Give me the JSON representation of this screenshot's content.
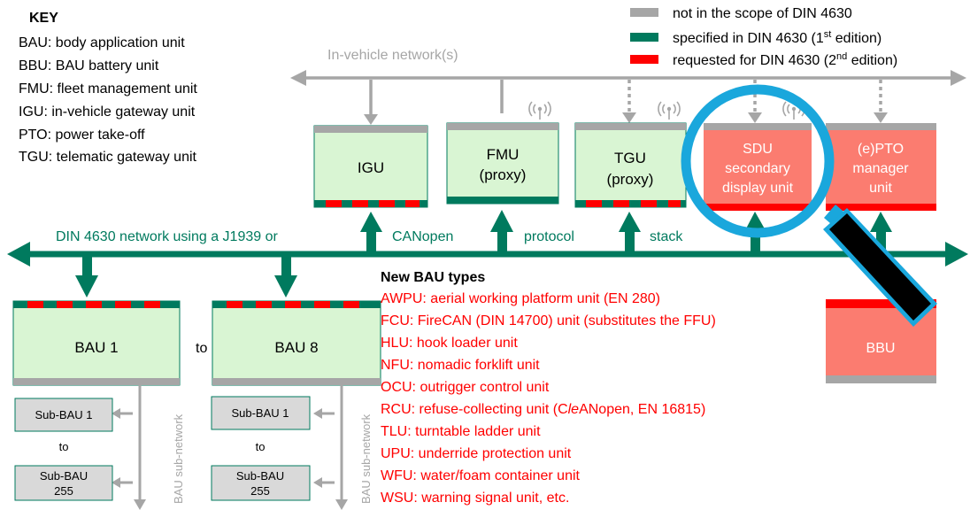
{
  "colors": {
    "gray": "#a6a6a6",
    "green": "#007a5e",
    "red": "#ff0000",
    "box_green": "#d9f5d3",
    "box_red": "#fb7c70",
    "lens_blue": "#1aa7dc"
  },
  "key": {
    "title": "KEY",
    "lines": [
      "BAU: body application unit",
      "BBU: BAU battery unit",
      "FMU: fleet management unit",
      "IGU: in-vehicle gateway unit",
      "PTO: power take-off",
      "TGU: telematic gateway unit"
    ]
  },
  "legend": {
    "items": [
      {
        "text": "not in the scope of DIN 4630",
        "sup": "",
        "tail": "",
        "color": "#a6a6a6"
      },
      {
        "text": "specified in DIN 4630 (1",
        "sup": "st",
        "tail": " edition)",
        "color": "#007a5e"
      },
      {
        "text": "requested for DIN 4630 (2",
        "sup": "nd",
        "tail": " edition)",
        "color": "#ff0000"
      }
    ]
  },
  "in_vehicle_network": "In-vehicle network(s)",
  "bus_labels": [
    "DIN 4630 network using a J1939 or",
    "CANopen",
    "protocol",
    "stack"
  ],
  "units": {
    "igu": "IGU",
    "fmu": [
      "FMU",
      "(proxy)"
    ],
    "tgu": [
      "TGU",
      "(proxy)"
    ],
    "sdu": [
      "SDU",
      "secondary",
      "display unit"
    ],
    "pto": [
      "(e)PTO",
      "manager",
      "unit"
    ],
    "bau1": "BAU 1",
    "bau8": "BAU 8",
    "to": "to",
    "bbu": "BBU"
  },
  "sub_bau": {
    "first": "Sub-BAU 1",
    "to": "to",
    "last": [
      "Sub-BAU",
      "255"
    ],
    "network_label": "BAU sub-network"
  },
  "new_bau_types": {
    "title": "New BAU types",
    "items": [
      {
        "text": "AWPU: aerial working platform unit (EN 280)",
        "pre": "",
        "italic": "",
        "post": ""
      },
      {
        "text": "FCU: FireCAN (DIN 14700) unit (substitutes the FFU)",
        "pre": "",
        "italic": "",
        "post": ""
      },
      {
        "text": "HLU: hook loader unit",
        "pre": "",
        "italic": "",
        "post": ""
      },
      {
        "text": "NFU: nomadic forklift unit",
        "pre": "",
        "italic": "",
        "post": ""
      },
      {
        "text": "OCU: outrigger control unit",
        "pre": "",
        "italic": "",
        "post": ""
      },
      {
        "text": "",
        "pre": "RCU: refuse-collecting unit (C",
        "italic": "le",
        "post": "ANopen, EN 16815)"
      },
      {
        "text": "TLU: turntable ladder unit",
        "pre": "",
        "italic": "",
        "post": ""
      },
      {
        "text": "UPU: underride protection unit",
        "pre": "",
        "italic": "",
        "post": ""
      },
      {
        "text": "WFU: water/foam container unit",
        "pre": "",
        "italic": "",
        "post": ""
      },
      {
        "text": "WSU: warning signal unit, etc.",
        "pre": "",
        "italic": "",
        "post": ""
      }
    ]
  },
  "icons": {
    "wireless": "wireless-signal-icon",
    "magnifier": "magnifying-glass-icon"
  }
}
